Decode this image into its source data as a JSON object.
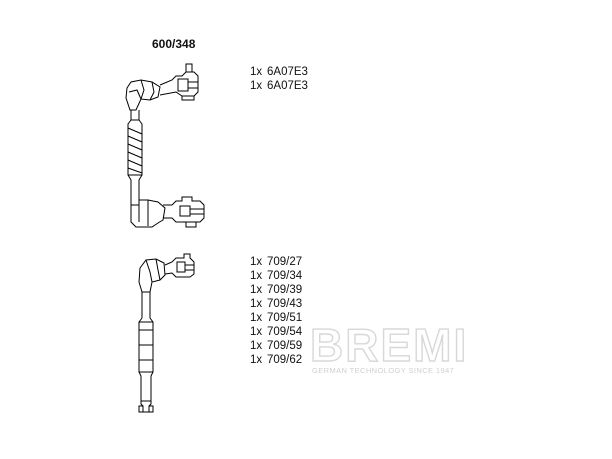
{
  "part_number": "600/348",
  "top_items": [
    {
      "qty": "1x",
      "code": "6A07E3"
    },
    {
      "qty": "1x",
      "code": "6A07E3"
    }
  ],
  "bottom_items": [
    {
      "qty": "1x",
      "code": "709/27"
    },
    {
      "qty": "1x",
      "code": "709/34"
    },
    {
      "qty": "1x",
      "code": "709/39"
    },
    {
      "qty": "1x",
      "code": "709/43"
    },
    {
      "qty": "1x",
      "code": "709/51"
    },
    {
      "qty": "1x",
      "code": "709/54"
    },
    {
      "qty": "1x",
      "code": "709/59"
    },
    {
      "qty": "1x",
      "code": "709/62"
    }
  ],
  "watermark": {
    "brand": "BREMI",
    "tagline": "GERMAN TECHNOLOGY SINCE 1947"
  }
}
